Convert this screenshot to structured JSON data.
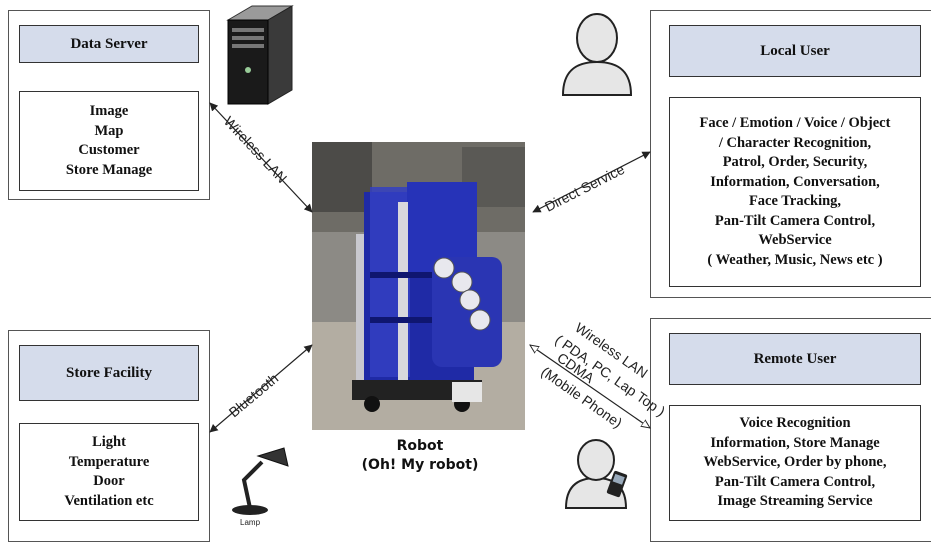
{
  "data_server": {
    "title": "Data Server",
    "items": [
      "Image",
      "Map",
      "Customer",
      "Store Manage"
    ]
  },
  "local_user": {
    "title": "Local User",
    "items": [
      "Face / Emotion / Voice / Object",
      "/ Character Recognition,",
      "Patrol, Order, Security,",
      "Information, Conversation,",
      "Face Tracking,",
      "Pan-Tilt Camera Control,",
      "WebService",
      "( Weather, Music, News etc )"
    ]
  },
  "store_facility": {
    "title": "Store Facility",
    "items": [
      "Light",
      "Temperature",
      "Door",
      "Ventilation etc"
    ]
  },
  "remote_user": {
    "title": "Remote User",
    "items": [
      "Voice Recognition",
      "Information, Store Manage",
      "WebService, Order by phone,",
      "Pan-Tilt Camera Control,",
      "Image Streaming Service"
    ]
  },
  "robot": {
    "line1": "Robot",
    "line2": "(Oh! My robot)"
  },
  "links": {
    "wireless_lan": "Wireless LAN",
    "direct_service": "Direct Service",
    "bluetooth": "Bluetooth",
    "remote_line1": "Wireless LAN",
    "remote_line2": "( PDA, PC, Lap Top )",
    "remote_line3": "CDMA",
    "remote_line4": "(Mobile Phone)"
  },
  "lamp_label": "Lamp",
  "icons": [
    "server-icon",
    "user-icon",
    "lamp-icon",
    "phone-user-icon",
    "robot-photo"
  ]
}
